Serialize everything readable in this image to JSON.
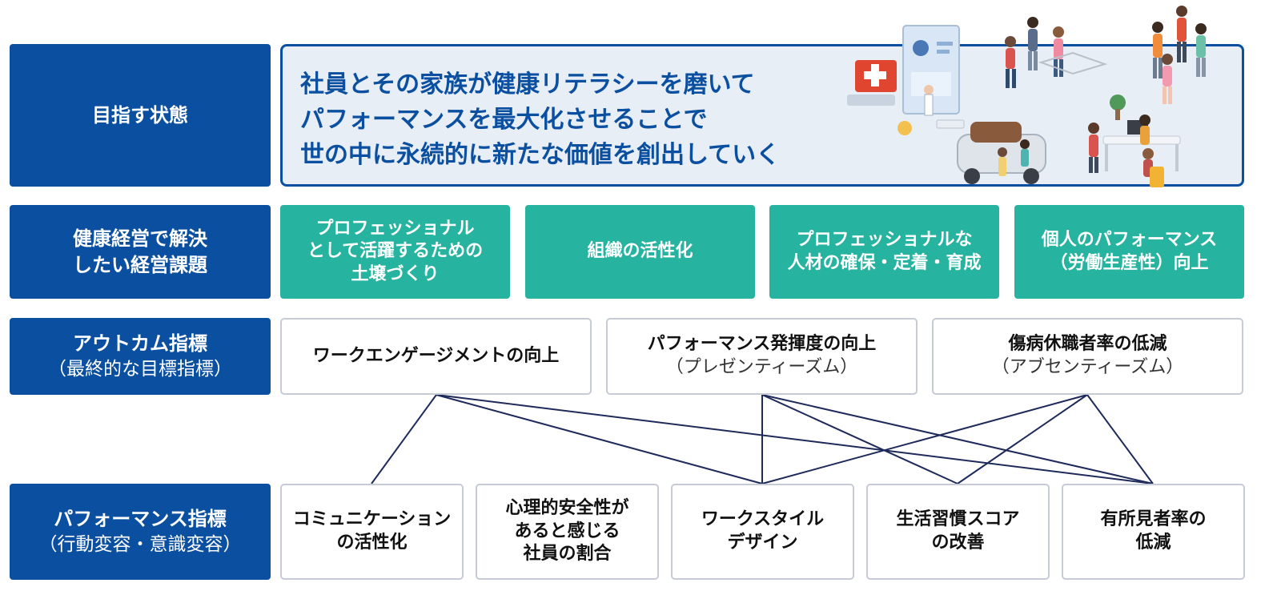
{
  "rows": {
    "vision": {
      "label": "目指す状態"
    },
    "challenges": {
      "label_lines": [
        "健康経営で解決",
        "したい経営課題"
      ]
    },
    "outcome": {
      "label": "アウトカム指標",
      "sublabel": "（最終的な目標指標）"
    },
    "performance": {
      "label": "パフォーマンス指標",
      "sublabel": "（行動変容・意識変容）"
    }
  },
  "vision_text": [
    "社員とその家族が健康リテラシーを磨いて",
    "パフォーマンスを最大化させることで",
    "世の中に永続的に新たな価値を創出していく"
  ],
  "challenges": [
    {
      "lines": [
        "プロフェッショナル",
        "として活躍するための",
        "土壌づくり"
      ]
    },
    {
      "lines": [
        "組織の活性化"
      ]
    },
    {
      "lines": [
        "プロフェッショナルな",
        "人材の確保・定着・育成"
      ]
    },
    {
      "lines": [
        "個人のパフォーマンス",
        "（労働生産性）向上"
      ]
    }
  ],
  "outcomes": [
    {
      "title": "ワークエンゲージメントの向上",
      "sub": ""
    },
    {
      "title": "パフォーマンス発揮度の向上",
      "sub": "（プレゼンティーズム）"
    },
    {
      "title": "傷病休職者率の低減",
      "sub": "（アブセンティーズム）"
    }
  ],
  "performance": [
    {
      "lines": [
        "コミュニケーション",
        "の活性化"
      ]
    },
    {
      "lines": [
        "心理的安全性が",
        "あると感じる",
        "社員の割合"
      ]
    },
    {
      "lines": [
        "ワークスタイル",
        "デザイン"
      ]
    },
    {
      "lines": [
        "生活習慣スコア",
        "の改善"
      ]
    },
    {
      "lines": [
        "有所見者率の",
        "低減"
      ]
    }
  ],
  "links": [
    [
      0,
      0
    ],
    [
      0,
      2
    ],
    [
      0,
      4
    ],
    [
      1,
      2
    ],
    [
      1,
      3
    ],
    [
      1,
      4
    ],
    [
      2,
      2
    ],
    [
      2,
      3
    ],
    [
      2,
      4
    ]
  ],
  "colors": {
    "navy": "#0b4fa0",
    "teal": "#26b3a0",
    "line": "#1e2a5a"
  },
  "illustration": [
    "medical-kit-icon",
    "doctor-screen-icon",
    "exercise-people-icon",
    "car-family-icon",
    "office-work-icon"
  ]
}
